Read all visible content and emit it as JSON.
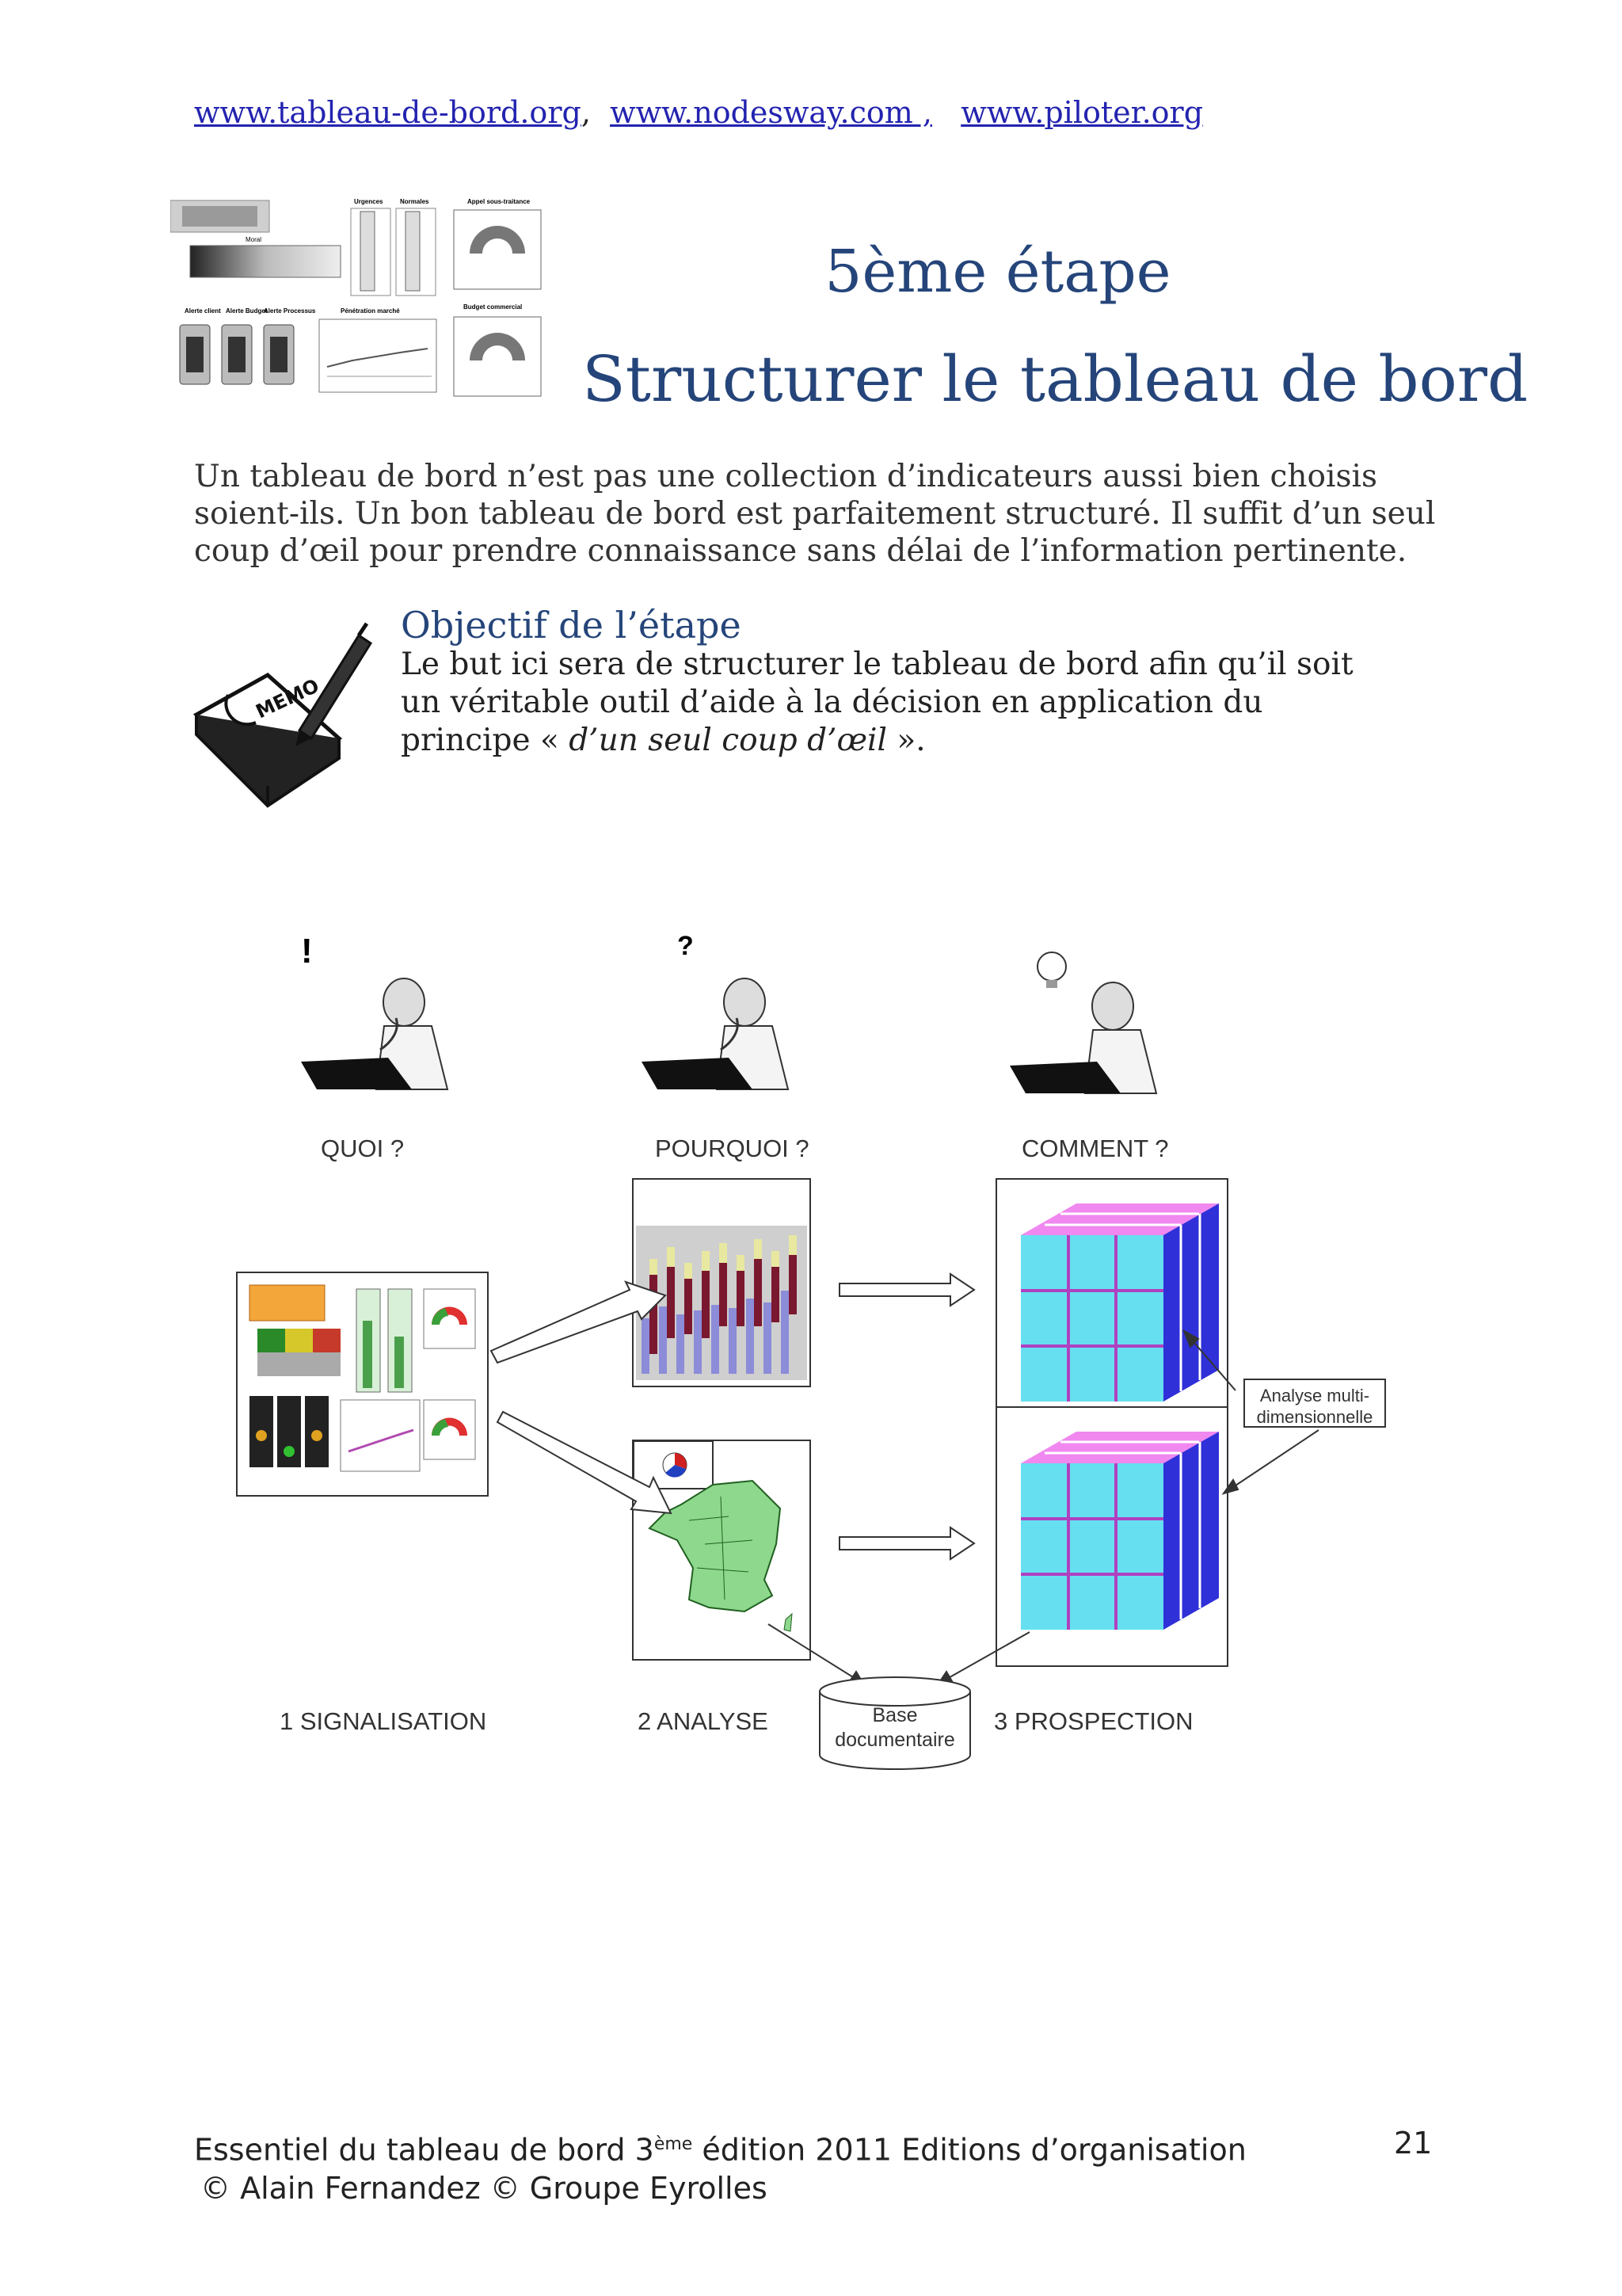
{
  "header": {
    "link1": "www.tableau-de-bord.org",
    "sep1": ",",
    "link2": "www.nodesway.com ,",
    "link3": "www.piloter.org"
  },
  "title": {
    "line1": "5ème étape",
    "line2": "Structurer le tableau de bord"
  },
  "intro": "Un tableau de bord n’est pas une collection d’indicateurs aussi bien choisis soient-ils. Un bon tableau de bord est parfaitement structuré. Il suffit d’un seul coup d’œil pour prendre connaissance sans délai de l’information pertinente.",
  "objective": {
    "heading": "Objectif de l’étape",
    "text_before": "Le but ici sera de structurer le tableau de bord afin qu’il soit un véritable outil d’aide à la décision en application du principe « ",
    "text_em": "d’un seul coup d’œil",
    "text_after": " ».",
    "memo_label": "MEMO"
  },
  "thumbnail": {
    "labels": {
      "urgences": "Urgences",
      "normales": "Normales",
      "appel": "Appel sous-traitance",
      "moral": "Moral",
      "alerte_client": "Alerte client",
      "alerte_budget": "Alerte Budget",
      "alerte_processus": "Alerte Processus",
      "penetration": "Pénétration marché",
      "budget_commercial": "Budget commercial"
    }
  },
  "diagram": {
    "questions": {
      "quoi": "QUOI ?",
      "pourquoi": "POURQUOI ?",
      "comment": "COMMENT ?"
    },
    "symbols": {
      "exclamation": "!",
      "question": "?"
    },
    "steps": {
      "signalisation": "1 SIGNALISATION",
      "analyse": "2 ANALYSE",
      "prospection": "3 PROSPECTION"
    },
    "analyse_multi": "Analyse multi-dimensionnelle",
    "base_doc": "Base documentaire"
  },
  "footer": {
    "line1_a": "Essentiel du tableau de bord 3",
    "line1_sup": "ème",
    "line1_b": " édition 2011 Editions d’organisation",
    "line2": "© Alain Fernandez © Groupe Eyrolles",
    "page": "21"
  }
}
